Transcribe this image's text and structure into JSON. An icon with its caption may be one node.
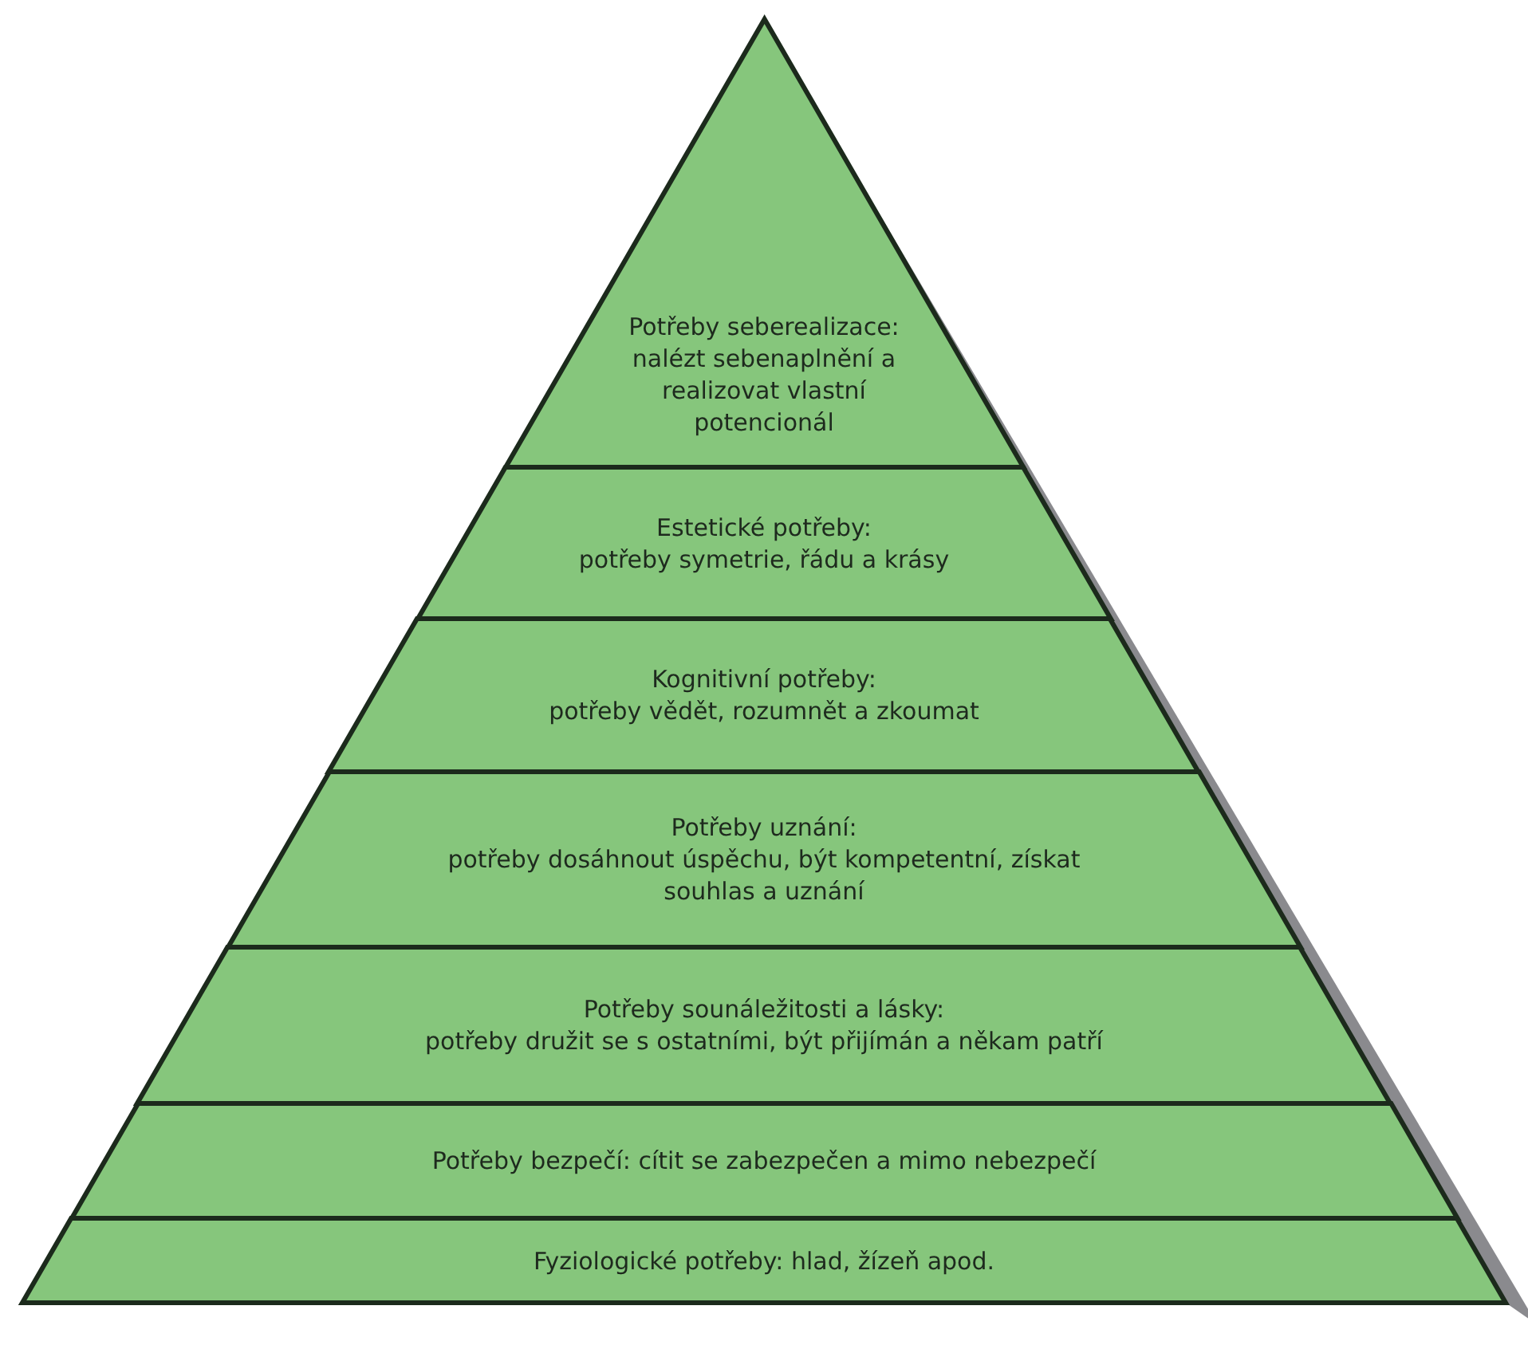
{
  "diagram": {
    "nodes": [
      {
        "text": [
          "Potřeby seberealizace:",
          "nalézt sebenaplnění a realizovat vlastní potencionál"
        ]
      },
      {
        "text": [
          "Estetické potřeby:",
          "potřeby symetrie, řádu a krásy"
        ]
      },
      {
        "text": [
          "Kognitivní potřeby:",
          "potřeby vědět, rozumnět a zkoumat"
        ]
      },
      {
        "text": [
          "Potřeby uznání:",
          "potřeby dosáhnout úspěchu, být kompetentní, získat souhlas a uznání"
        ]
      },
      {
        "text": [
          "Potřeby sounáležitosti a lásky:",
          "potřeby družit se s ostatními, být přijímán a někam patří"
        ]
      },
      {
        "text": [
          "Potřeby bezpečí: cítit se zabezpečen a mimo nebezpečí"
        ]
      },
      {
        "text": [
          "Fyziologické potřeby: hlad, žízeň apod."
        ]
      }
    ]
  }
}
